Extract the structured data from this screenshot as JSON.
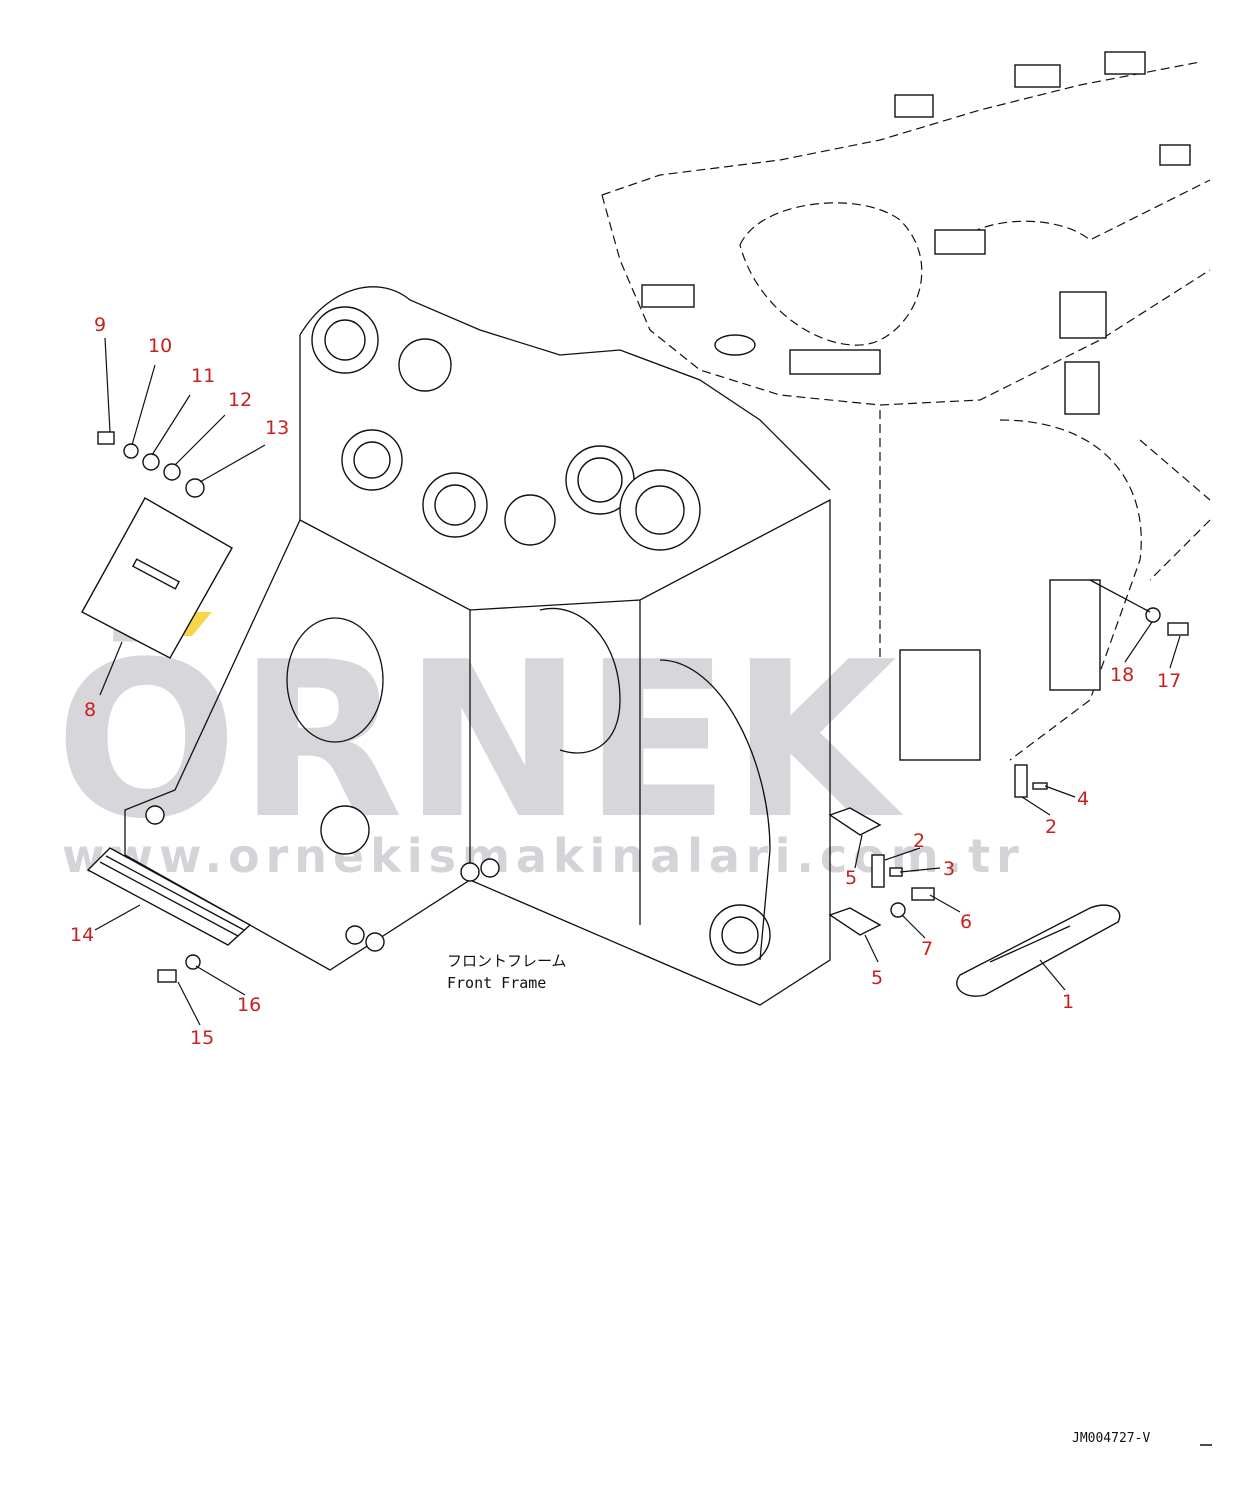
{
  "diagram": {
    "caption_jp": "フロントフレーム",
    "caption_en": "Front Frame",
    "drawing_code": "JM004727-V",
    "watermark": {
      "brand": "ÖRNEK",
      "url": "www.ornekismakinalari.com.tr",
      "accent_color": "#f5c400"
    },
    "callout_color": "#c8201e",
    "callouts": [
      "1",
      "2",
      "2",
      "3",
      "4",
      "5",
      "5",
      "6",
      "7",
      "8",
      "9",
      "10",
      "11",
      "12",
      "13",
      "14",
      "15",
      "16",
      "17",
      "18"
    ]
  }
}
